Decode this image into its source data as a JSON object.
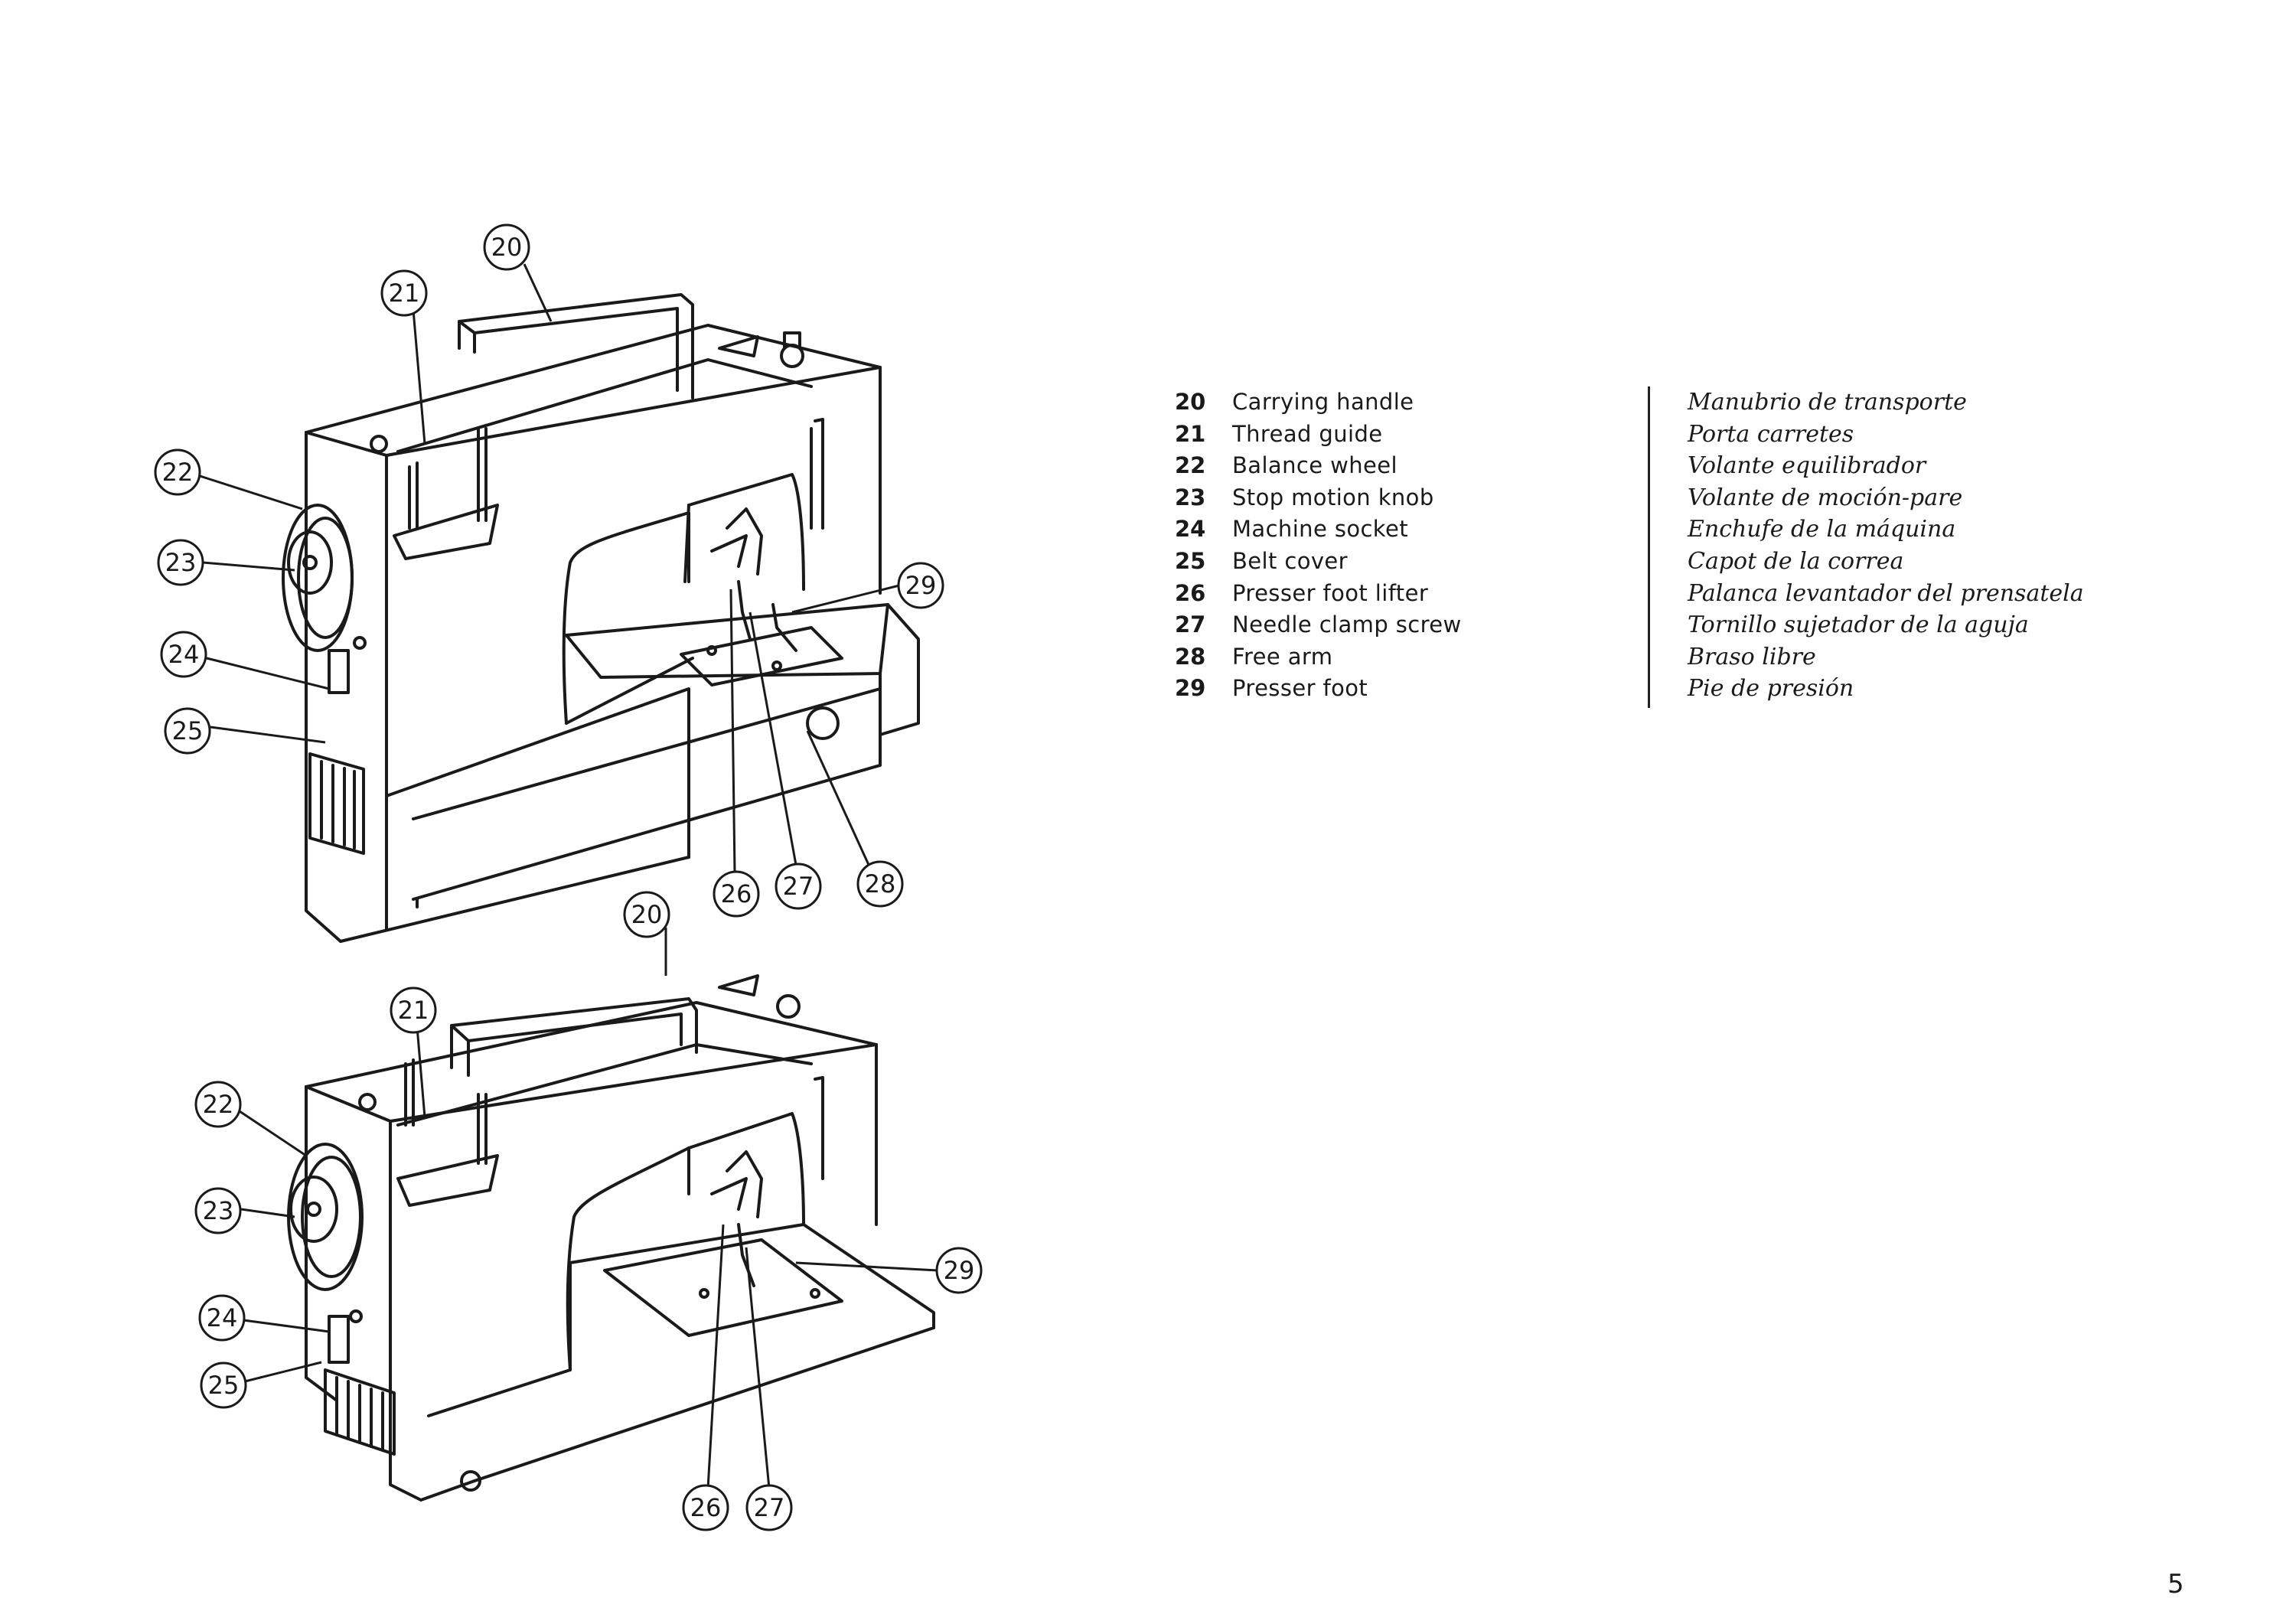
{
  "parts": [
    {
      "number": "20",
      "english": "Carrying handle",
      "spanish": "Manubrio de transporte"
    },
    {
      "number": "21",
      "english": "Thread guide",
      "spanish": "Porta carretes"
    },
    {
      "number": "22",
      "english": "Balance wheel",
      "spanish": "Volante equilibrador"
    },
    {
      "number": "23",
      "english": "Stop motion knob",
      "spanish": "Volante de moción-pare"
    },
    {
      "number": "24",
      "english": "Machine socket",
      "spanish": "Enchufe de la máquina"
    },
    {
      "number": "25",
      "english": "Belt cover",
      "spanish": "Capot de la correa"
    },
    {
      "number": "26",
      "english": "Presser foot lifter",
      "spanish": "Palanca levantador del prensatela"
    },
    {
      "number": "27",
      "english": "Needle clamp screw",
      "spanish": "Tornillo sujetador de la aguja"
    },
    {
      "number": "28",
      "english": "Free arm",
      "spanish": "Braso libre"
    },
    {
      "number": "29",
      "english": "Presser foot",
      "spanish": "Pie de presión"
    }
  ],
  "top_callouts": [
    "20",
    "21",
    "22",
    "23",
    "24",
    "25",
    "26",
    "27",
    "28",
    "29"
  ],
  "bottom_callouts": [
    "20",
    "21",
    "22",
    "23",
    "24",
    "25",
    "26",
    "27",
    "29"
  ],
  "page_number": "5"
}
